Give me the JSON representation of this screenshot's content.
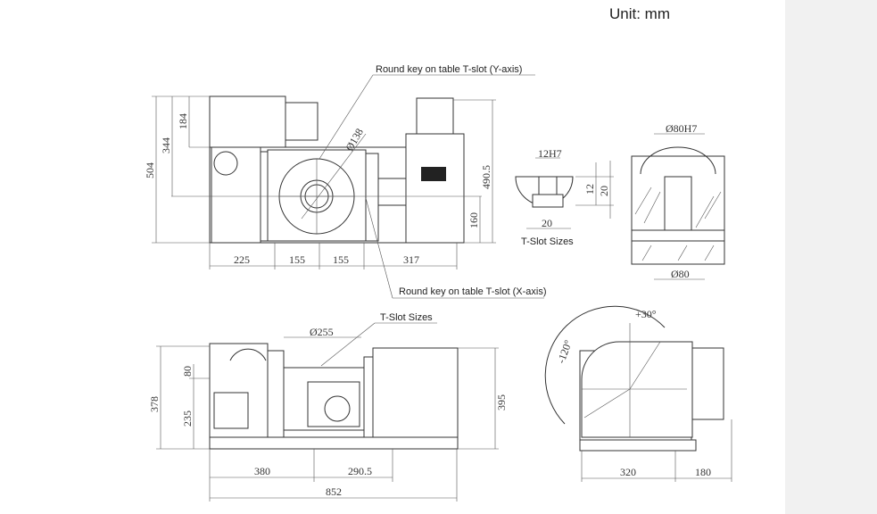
{
  "unit_label": "Unit: mm",
  "front_view": {
    "dims": {
      "d504": "504",
      "d344": "344",
      "d184": "184",
      "d490_5": "490.5",
      "d160": "160",
      "d225": "225",
      "d155a": "155",
      "d155b": "155",
      "d317": "317",
      "d138": "Ø138"
    },
    "callout_y": "Round key on table T-slot (Y-axis)",
    "callout_x": "Round key on table T-slot (X-axis)"
  },
  "tslot_detail": {
    "d12h7": "12H7",
    "d12": "12",
    "d20v": "20",
    "d20h": "20",
    "title": "T-Slot Sizes"
  },
  "section_view": {
    "d80h7": "Ø80H7",
    "d80": "Ø80"
  },
  "lower_view": {
    "dims": {
      "d378": "378",
      "d80": "80",
      "d235": "235",
      "d395": "395",
      "d380": "380",
      "d290_5": "290.5",
      "d852": "852",
      "d255": "Ø255"
    },
    "callout_tslot": "T-Slot Sizes"
  },
  "side_view": {
    "plus30": "+30°",
    "minus120": "-120°",
    "d320": "320",
    "d180": "180"
  }
}
